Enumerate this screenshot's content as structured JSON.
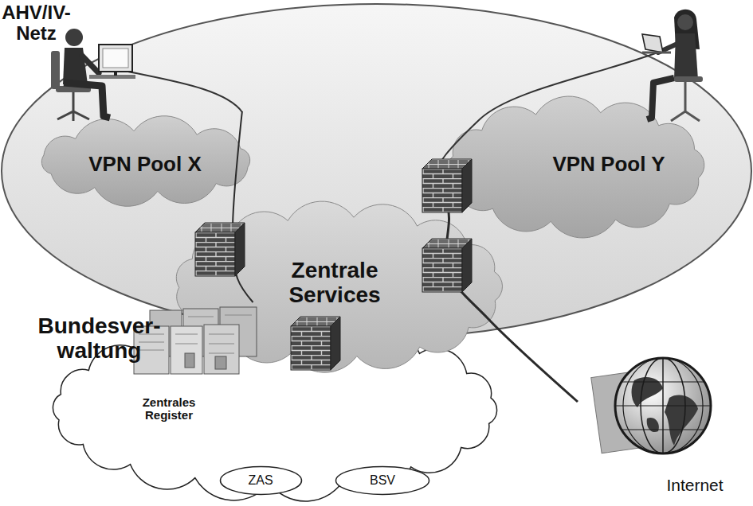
{
  "diagram": {
    "nodes": [
      {
        "text": [
          "AHV/IV- Netz"
        ]
      },
      {
        "text": [
          "VPN Pool X"
        ],
        "in": 0
      },
      {
        "text": [
          "VPN Pool Y"
        ],
        "in": 0
      },
      {
        "text": [
          "Zentrale Services"
        ],
        "in": 0
      },
      {
        "text": [
          "Bundesver- waltung"
        ]
      },
      {
        "text": [
          "Zentrales Register"
        ],
        "in": 4
      },
      {
        "text": [
          "ZAS"
        ],
        "in": 4
      },
      {
        "text": [
          "BSV"
        ],
        "in": 4
      },
      {
        "text": [
          "Internet"
        ]
      }
    ],
    "edges": [
      {
        "from": 1,
        "to": 5,
        "arrow": "none"
      },
      {
        "from": 2,
        "to": 8,
        "arrow": "none"
      }
    ]
  }
}
